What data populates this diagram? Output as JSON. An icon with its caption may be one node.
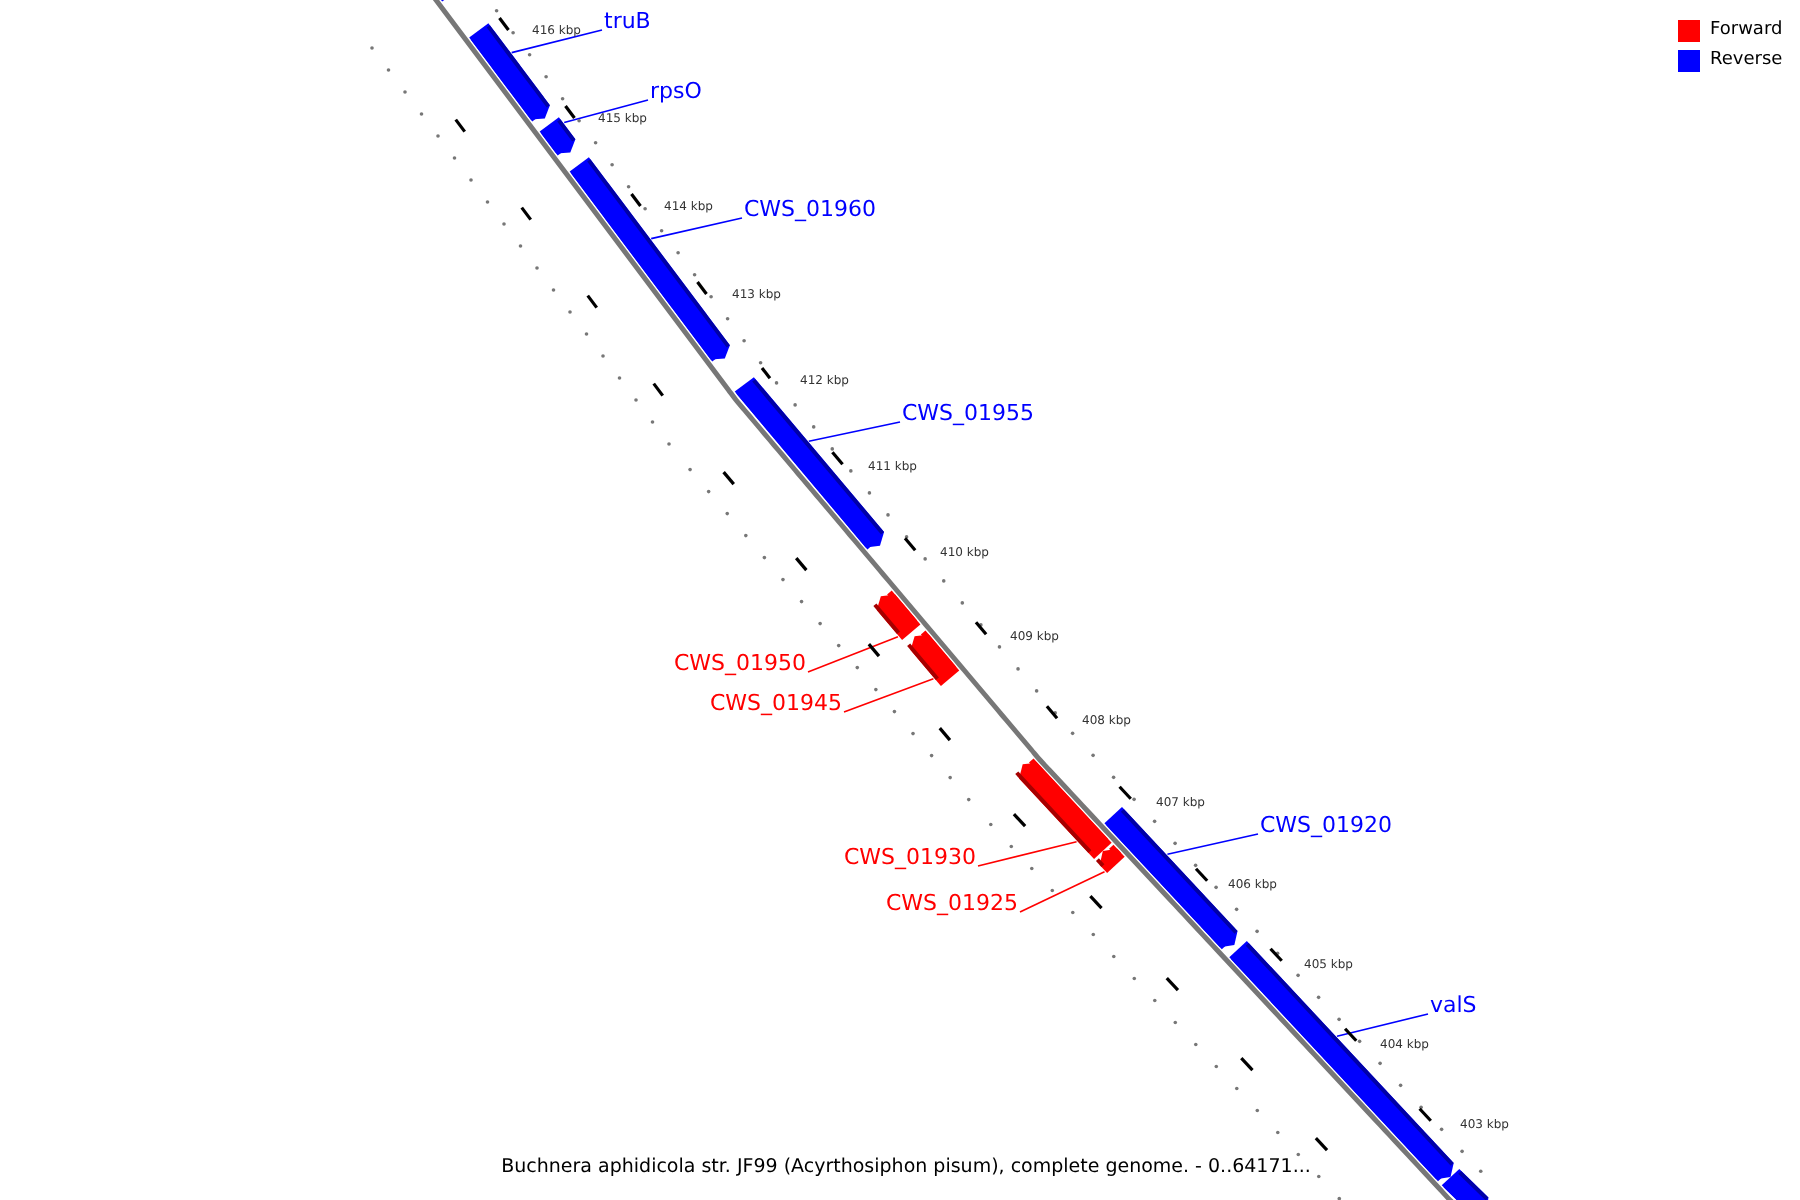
{
  "diagram": {
    "caption": "Buchnera aphidicola str. JF99 (Acyrthosiphon pisum), complete genome. - 0..64171...",
    "nodes": [
      {
        "text": [],
        "shape": "bar"
      },
      {
        "text": [
          "truB"
        ]
      },
      {
        "text": [],
        "shape": "bar"
      },
      {
        "text": [
          "rpsO"
        ]
      },
      {
        "text": [],
        "shape": "bar"
      },
      {
        "text": [
          "CWS_01960"
        ]
      },
      {
        "text": [],
        "shape": "bar"
      },
      {
        "text": [
          "CWS_01955"
        ]
      },
      {
        "text": [],
        "shape": "bar"
      },
      {
        "text": [],
        "shape": "bar"
      },
      {
        "text": [
          "CWS_01950"
        ]
      },
      {
        "text": [],
        "shape": "bar"
      },
      {
        "text": [
          "CWS_01945"
        ]
      },
      {
        "text": [],
        "shape": "bar"
      },
      {
        "text": [
          "CWS_01930"
        ]
      },
      {
        "text": [],
        "shape": "bar"
      },
      {
        "text": [
          "CWS_01925"
        ]
      },
      {
        "text": [],
        "shape": "bar"
      },
      {
        "text": [
          "CWS_01920"
        ]
      },
      {
        "text": [],
        "shape": "bar"
      },
      {
        "text": [
          "valS"
        ]
      },
      {
        "text": [],
        "shape": "bar"
      }
    ],
    "edges": [
      {
        "from": 1,
        "to": 2,
        "arrow": "none"
      },
      {
        "from": 3,
        "to": 4,
        "arrow": "none"
      },
      {
        "from": 5,
        "to": 6,
        "arrow": "none"
      },
      {
        "from": 7,
        "to": 8,
        "arrow": "none"
      },
      {
        "from": 10,
        "to": 9,
        "arrow": "none",
        "color": "#ff0000"
      },
      {
        "from": 12,
        "to": 11,
        "arrow": "none",
        "color": "#ff0000"
      },
      {
        "from": 14,
        "to": 13,
        "arrow": "none",
        "color": "#ff0000"
      },
      {
        "from": 16,
        "to": 15,
        "arrow": "none",
        "color": "#ff0000"
      },
      {
        "from": 18,
        "to": 17,
        "arrow": "none"
      },
      {
        "from": 20,
        "to": 19,
        "arrow": "none"
      }
    ],
    "labels": [
      "416 kbp",
      "415 kbp",
      "414 kbp",
      "413 kbp",
      "412 kbp",
      "411 kbp",
      "410 kbp",
      "409 kbp",
      "408 kbp",
      "407 kbp",
      "406 kbp",
      "405 kbp",
      "404 kbp",
      "403 kbp"
    ],
    "legend": [
      {
        "text": "Forward",
        "color": "#ff0000"
      },
      {
        "text": "Reverse",
        "color": "#0000ff"
      }
    ]
  }
}
